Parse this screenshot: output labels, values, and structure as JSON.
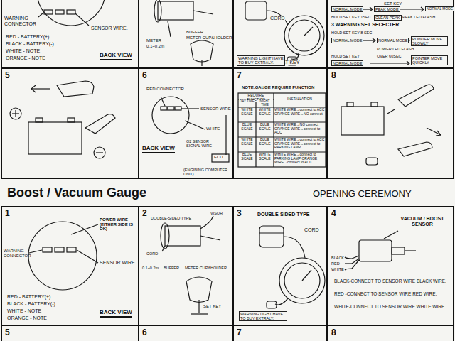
{
  "diagram": {
    "title": "Boost / Vacuum Gauge",
    "nodes": [
      {
        "text": [
          "WARNING CONNECTOR",
          "SENSOR WIRE.",
          "RED - BATTERY(+)",
          "BLACK - BATTERY(-)",
          "WHITE - NOTE",
          "ORANGE - NOTE",
          "BACK VIEW"
        ]
      },
      {
        "text": [
          "METER",
          "0.1~0.2m",
          "BUFFER",
          "METER CUP&HOLDER"
        ]
      },
      {
        "text": [
          "CORD",
          "SET KEY",
          "WARNING LIGHT HAVE TO BUY EXTRALY."
        ]
      },
      {
        "text": [
          "SET KEY",
          "NORMAL MODE",
          "PEAK MODE",
          "NORMAL MODE",
          "HOLD SET KEY 1SEC",
          "CLEAN PEAK",
          "PEAK LED FLASH",
          "3 WARNING SET SECECTER",
          "HOLD SET KEY 8 SEC",
          "NORMAL MODE",
          "NORMAL MODE",
          "POINTER MOVE SLOWLY",
          "POWER LED FLASH",
          "HOLD SET KEY",
          "OVER 60SEC",
          "NORMAL MODE",
          "POINTER MOVE QUICKLY"
        ]
      },
      {
        "text": [
          "5"
        ]
      },
      {
        "text": [
          "6",
          "RED CONNECTOR",
          "SENSOR WIRE",
          "WHITE",
          "BACK VIEW",
          "O2 SENSOR SIGNAL WIRE",
          "ECU",
          "(ENGINING COMPUTER UNIT)"
        ]
      },
      {
        "text": [
          "7",
          "NOTE:GAUGE REQUIRE FUNCTION",
          "REQUIRE FUNCTION",
          "DAY TIME",
          "NIGHT TIME",
          "INSTALLATION",
          "WHITE SCALE",
          "WHITE SCALE",
          "WHITE WIRE→connect to ACC ORANGE WIRE→NO connect",
          "BLUE SCALE",
          "BLUE SCALE",
          "WHITE WIRE→NO connect ORANGE WIRE→connect to ACC",
          "WHITE SCALE",
          "BLUE SCALE",
          "WHITE WIRE→connect to ACC ORANGE WIRE→connect to PARKING LAMP",
          "BLUE SCALE",
          "WHITE SCALE",
          "WHITE WIRE→connect to PARKING LAMP ORANGE WIRE→connect to ACC"
        ]
      },
      {
        "text": [
          "8"
        ]
      },
      {
        "text": [
          "1",
          "POWER WIRE (EITHER SIDE IS OK)",
          "WARNING CONNECTOR",
          "SENSOR WIRE.",
          "RED - BATTERY(+)",
          "BLACK - BATTERY(-)",
          "WHITE - NOTE",
          "ORANGE - NOTE",
          "BACK VIEW"
        ]
      },
      {
        "text": [
          "2",
          "DOUBLE-SIDED TYPE",
          "VISOR",
          "CORD",
          "0.1~0.2m",
          "BUFFER",
          "METER CUP&HOLDER",
          "SET KEY"
        ]
      },
      {
        "text": [
          "3",
          "DOUBLE-SIDED TYPE",
          "CORD",
          "WARNING LIGHT HAVE TO BUY EXTRALY."
        ]
      },
      {
        "text": [
          "4",
          "VACUUM / BOOST SENSOR",
          "BLACK",
          "RED",
          "WHITE",
          "BLACK-CONNECT TO SENSOR WIRE BLACK WIRE.",
          "RED -CONNECT TO SENSOR WIRE RED WIRE.",
          "WHITE-CONNECT TO SENSOR WIRE WHITE WIRE."
        ]
      },
      {
        "text": [
          "5"
        ]
      },
      {
        "text": [
          "6"
        ]
      },
      {
        "text": [
          "7"
        ]
      },
      {
        "text": [
          "8"
        ]
      }
    ],
    "labels": [
      "OPENING CEREMONY"
    ]
  }
}
